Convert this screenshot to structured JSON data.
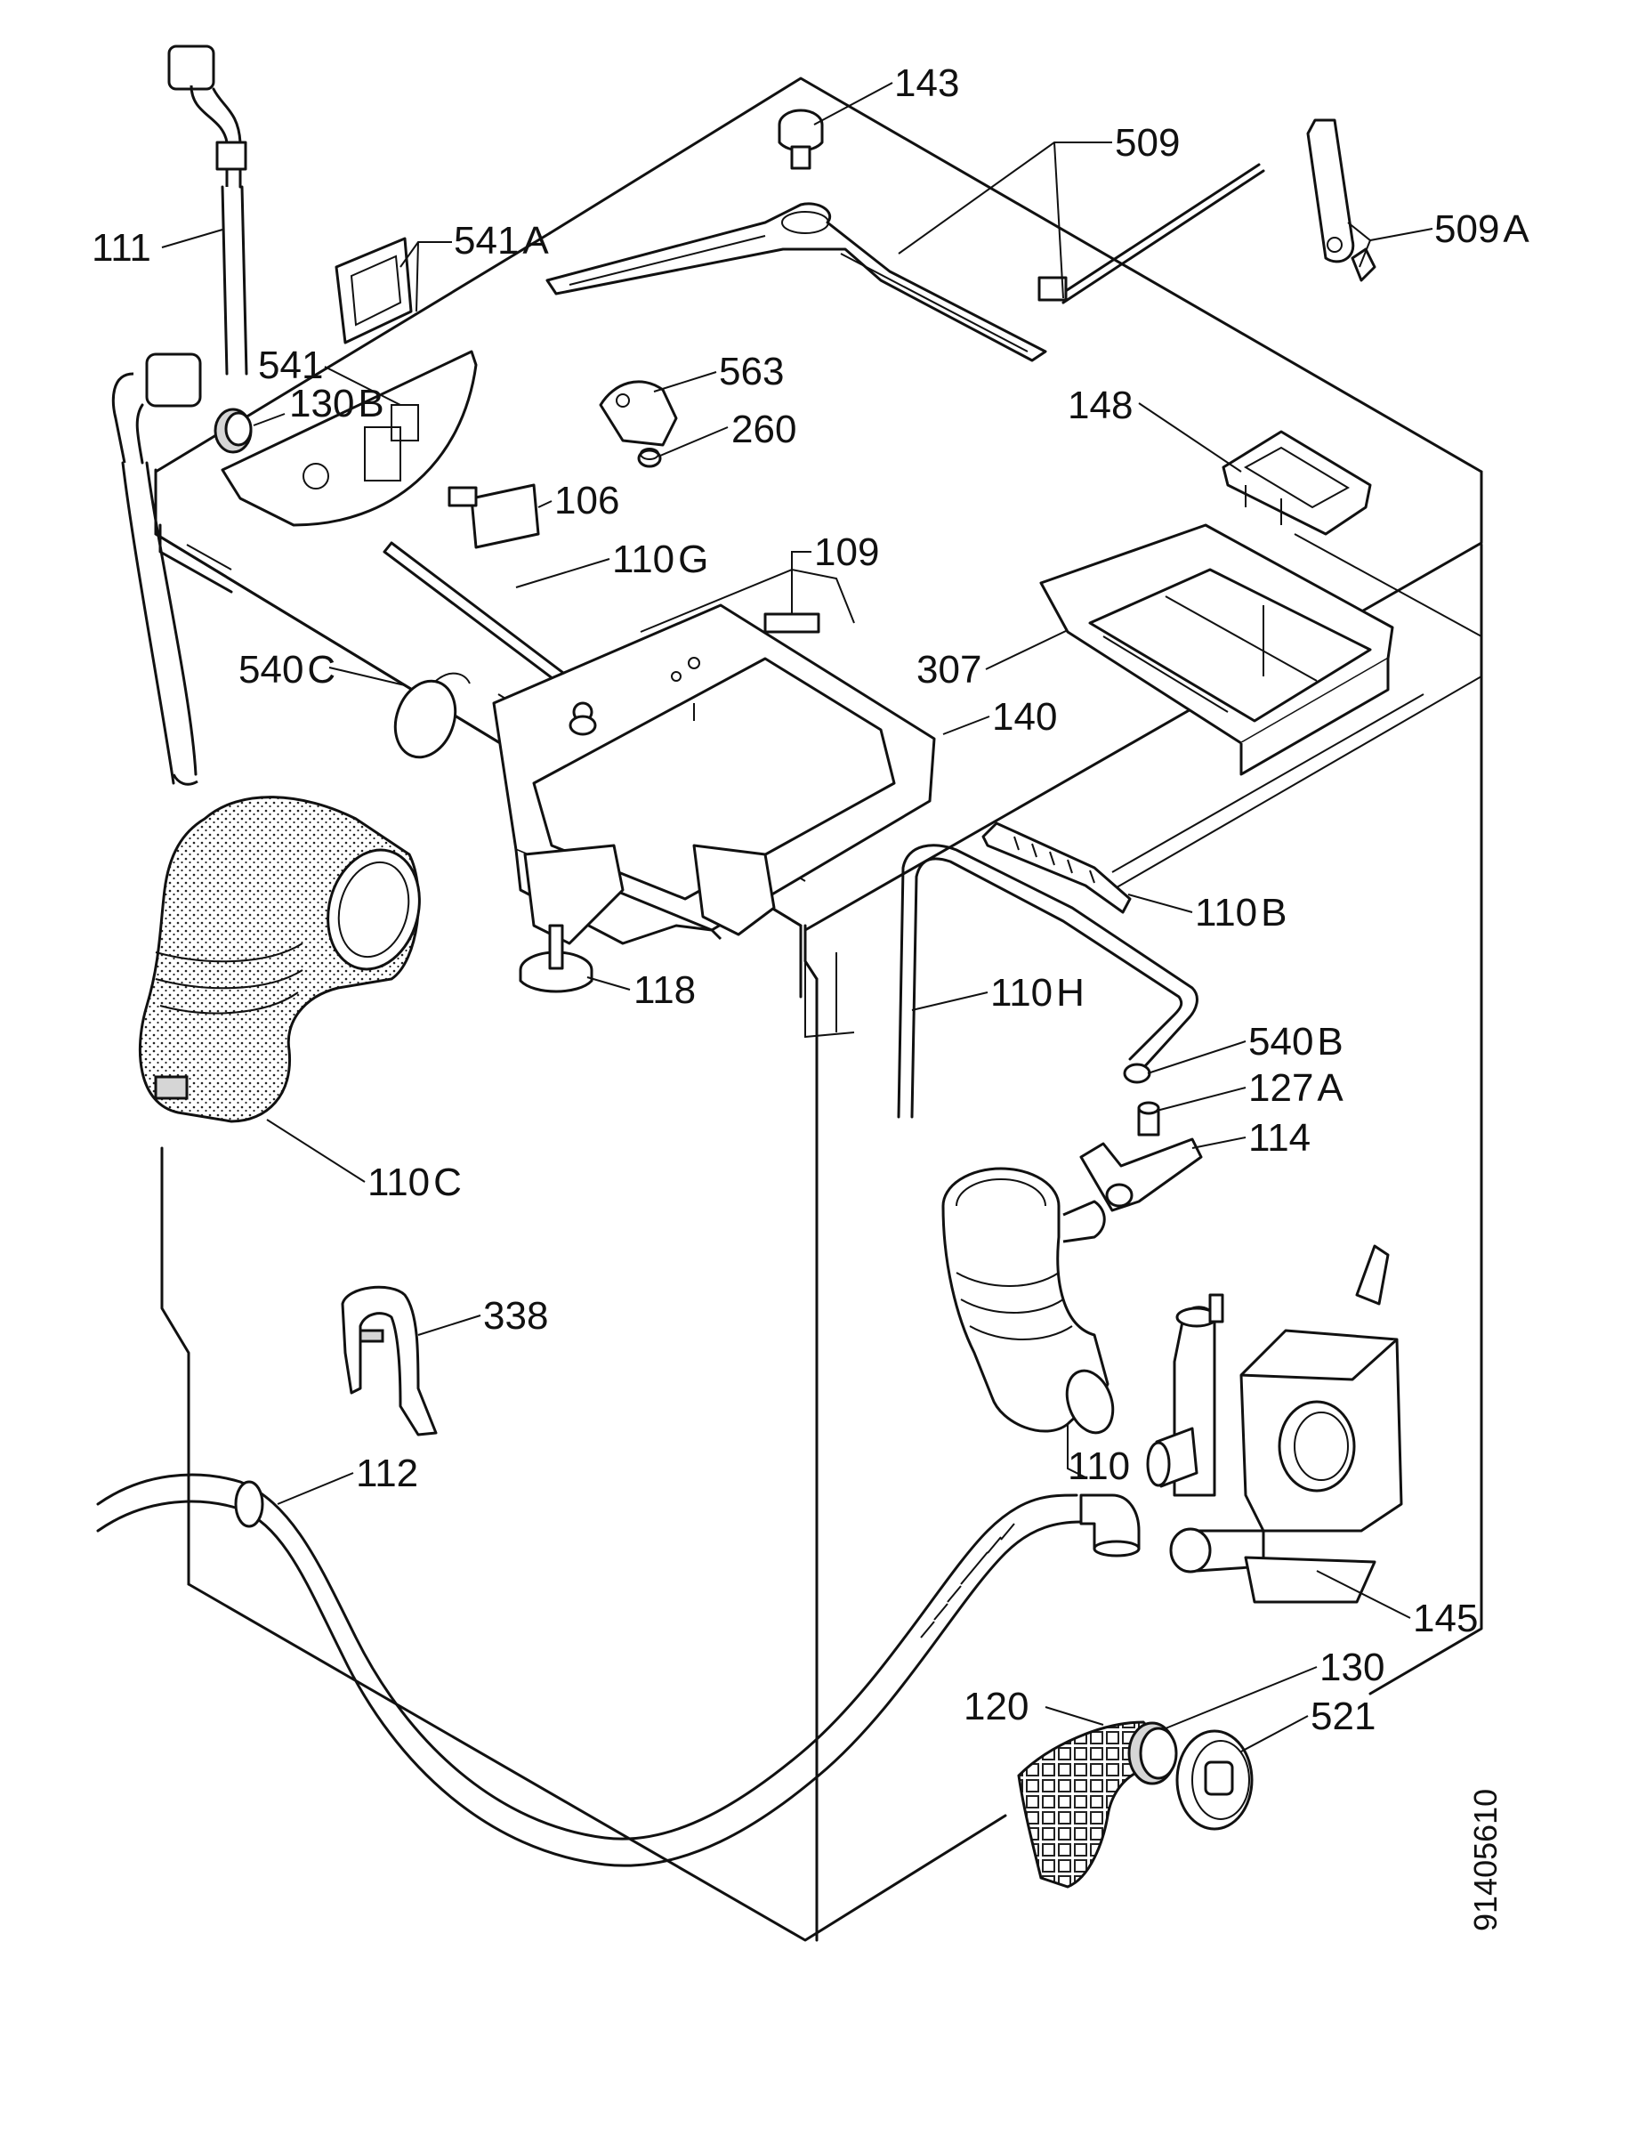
{
  "labels": [
    {
      "id": "143",
      "text": "143"
    },
    {
      "id": "509",
      "text": "509"
    },
    {
      "id": "509A",
      "text": "509",
      "suffix": "A"
    },
    {
      "id": "111",
      "text": "111"
    },
    {
      "id": "541A",
      "text": "541",
      "suffix": "A"
    },
    {
      "id": "541",
      "text": "541"
    },
    {
      "id": "130B",
      "text": "130",
      "suffix": "B"
    },
    {
      "id": "563",
      "text": "563"
    },
    {
      "id": "260",
      "text": "260"
    },
    {
      "id": "148",
      "text": "148"
    },
    {
      "id": "106",
      "text": "106"
    },
    {
      "id": "110G",
      "text": "110",
      "suffix": "G"
    },
    {
      "id": "109",
      "text": "109"
    },
    {
      "id": "540C",
      "text": "540",
      "suffix": "C"
    },
    {
      "id": "307",
      "text": "307"
    },
    {
      "id": "140",
      "text": "140"
    },
    {
      "id": "110B",
      "text": "110",
      "suffix": "B"
    },
    {
      "id": "118",
      "text": "118"
    },
    {
      "id": "110H",
      "text": "110",
      "suffix": "H"
    },
    {
      "id": "540B",
      "text": "540",
      "suffix": "B"
    },
    {
      "id": "127A",
      "text": "127",
      "suffix": "A"
    },
    {
      "id": "114",
      "text": "114"
    },
    {
      "id": "110C",
      "text": "110",
      "suffix": "C"
    },
    {
      "id": "338",
      "text": "338"
    },
    {
      "id": "112",
      "text": "112"
    },
    {
      "id": "110",
      "text": "110"
    },
    {
      "id": "145",
      "text": "145"
    },
    {
      "id": "130",
      "text": "130"
    },
    {
      "id": "120",
      "text": "120"
    },
    {
      "id": "521",
      "text": "521"
    }
  ],
  "drawing_code": "91405610"
}
